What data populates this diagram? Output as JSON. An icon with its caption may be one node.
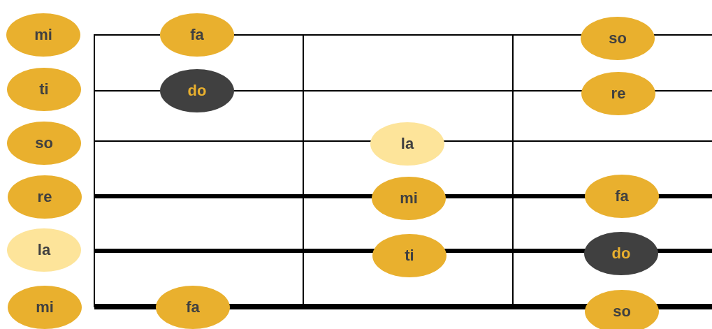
{
  "diagram": {
    "nodes": [
      {
        "text": [
          "mi"
        ]
      },
      {
        "text": [
          "fa"
        ]
      },
      {
        "text": [
          "so"
        ]
      },
      {
        "text": [
          "ti"
        ]
      },
      {
        "text": [
          "do"
        ]
      },
      {
        "text": [
          "re"
        ]
      },
      {
        "text": [
          "so"
        ]
      },
      {
        "text": [
          "la"
        ]
      },
      {
        "text": [
          "re"
        ]
      },
      {
        "text": [
          "mi"
        ]
      },
      {
        "text": [
          "fa"
        ]
      },
      {
        "text": [
          "la"
        ]
      },
      {
        "text": [
          "ti"
        ]
      },
      {
        "text": [
          "do"
        ]
      },
      {
        "text": [
          "mi"
        ]
      },
      {
        "text": [
          "fa"
        ]
      },
      {
        "text": [
          "so"
        ]
      }
    ]
  }
}
